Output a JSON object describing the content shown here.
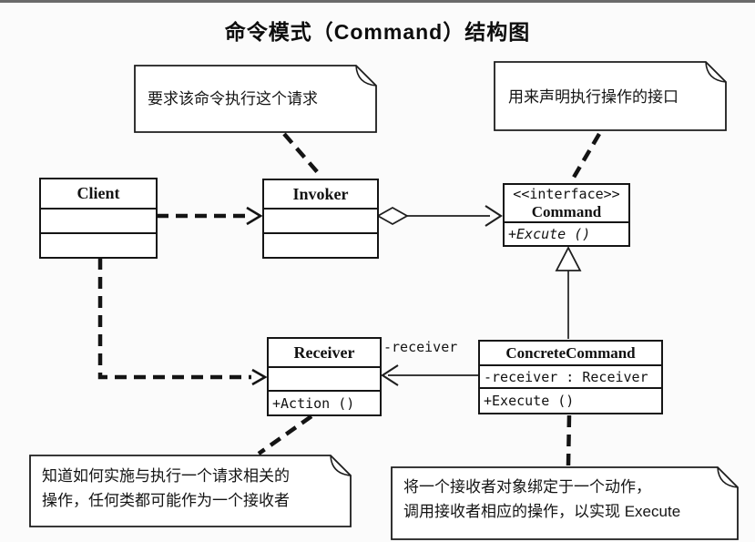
{
  "page": {
    "title": "命令模式（Command）结构图"
  },
  "classes": {
    "client": {
      "name": "Client"
    },
    "invoker": {
      "name": "Invoker"
    },
    "command": {
      "stereotype": "<<interface>>",
      "name": "Command",
      "operations": [
        "+Excute ()"
      ]
    },
    "receiver": {
      "name": "Receiver",
      "operations": [
        "+Action ()"
      ]
    },
    "concrete_command": {
      "name": "ConcreteCommand",
      "attributes": [
        "-receiver : Receiver"
      ],
      "operations": [
        "+Execute ()"
      ]
    }
  },
  "labels": {
    "receiver_role": "-receiver"
  },
  "notes": {
    "invoker_note": {
      "text": "要求该命令执行这个请求"
    },
    "command_note": {
      "text": "用来声明执行操作的接口"
    },
    "receiver_note": {
      "line1": "知道如何实施与执行一个请求相关的",
      "line2": "操作，任何类都可能作为一个接收者"
    },
    "concrete_note": {
      "line1": "将一个接收者对象绑定于一个动作，",
      "line2": "调用接收者相应的操作，以实现 Execute"
    }
  },
  "colors": {
    "line": "#141414",
    "background": "#ffffff"
  }
}
